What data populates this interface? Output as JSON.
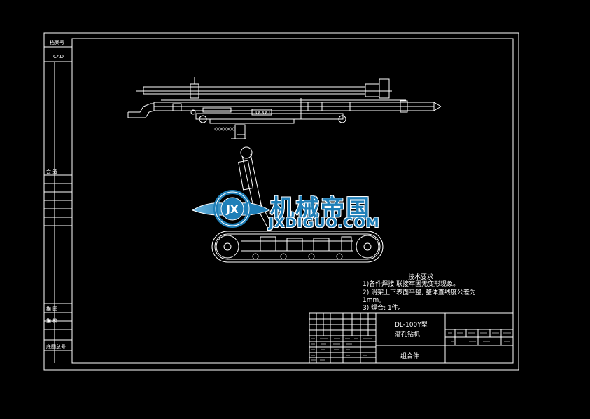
{
  "sidebar": {
    "doc_no_label": "档案号",
    "cad_label": "CAD",
    "sheet_label": "会      签",
    "drawn_label": "描      图",
    "checked_label": "描      校",
    "base_label": "底图总号"
  },
  "watermark": {
    "title": "机械帝国",
    "subtitle": "JXDIGUO.COM",
    "emblem_text": "JX"
  },
  "tech_req": {
    "title": "技术要求",
    "line1": "1)各件焊接 联接牢固无变形现象。",
    "line2": "2) 滑架上下表面平整, 整体直线度公差为",
    "line3": "1mm。",
    "line4": "3) 焊合: 1件。"
  },
  "title_block": {
    "model": "DL-100Y型",
    "name": "潜孔钻机",
    "part": "组合件"
  },
  "colors": {
    "line": "#ffffff",
    "watermark": "#1f7fb8",
    "background": "#000000"
  }
}
